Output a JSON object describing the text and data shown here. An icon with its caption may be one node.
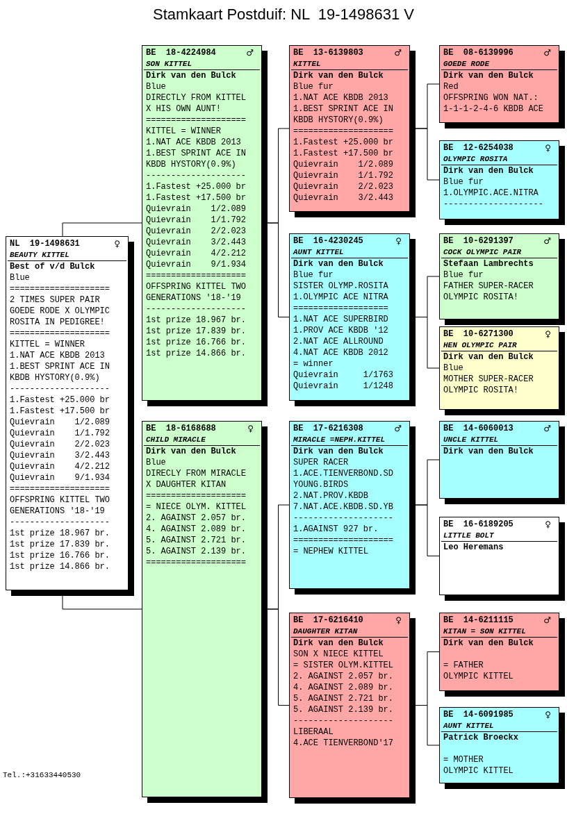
{
  "diagram": {
    "title": "Stamkaart Postduif: NL  19-1498631 V",
    "nodes": [
      {
        "text": [
          "NL  19-1498631",
          "♀",
          "BEAUTY KITTEL",
          "Best of v/d Bulck",
          "Blue",
          "====================",
          "2 TIMES SUPER PAIR GOEDE RODE X OLYMPIC ROSITA IN PEDIGREE!",
          "====================",
          "KITTEL = WINNER",
          "1.NAT ACE KBDB 2013",
          "1.BEST SPRINT ACE IN KBDB HYSTORY(0.9%)",
          "--------------------",
          "1.Fastest +25.000 br",
          "1.Fastest +17.500 br",
          "Quievrain    1/2.089",
          "Quievrain    1/1.792",
          "Quievrain    2/2.023",
          "Quievrain    3/2.443",
          "Quievrain    4/2.212",
          "Quievrain    9/1.934",
          "====================",
          "OFFSPRING KITTEL TWO GENERATIONS '18-'19",
          "--------------------",
          "1st prize 18.967 br.",
          "1st prize 17.839 br.",
          "1st prize 16.766 br.",
          "1st prize 14.866 br."
        ]
      },
      {
        "text": [
          "BE  18-4224984",
          "♂",
          "SON KITTEL",
          "Dirk van den Bulck",
          "Blue",
          "DIRECTLY FROM KITTEL X HIS OWN AUNT!",
          "====================",
          "KITTEL = WINNER",
          "1.NAT ACE KBDB 2013",
          "1.BEST SPRINT ACE IN KBDB HYSTORY(0.9%)",
          "--------------------",
          "1.Fastest +25.000 br",
          "1.Fastest +17.500 br",
          "Quievrain    1/2.089",
          "Quievrain    1/1.792",
          "Quievrain    2/2.023",
          "Quievrain    3/2.443",
          "Quievrain    4/2.212",
          "Quievrain    9/1.934",
          "====================",
          "OFFSPRING KITTEL TWO GENERATIONS '18-'19",
          "--------------------",
          "1st prize 18.967 br.",
          "1st prize 17.839 br.",
          "1st prize 16.766 br.",
          "1st prize 14.866 br."
        ]
      },
      {
        "text": [
          "BE  18-6168688",
          "♀",
          "CHILD MIRACLE",
          "Dirk van den Bulck",
          "Blue",
          "DIRECLY FROM MIRACLE X DAUGHTER KITAN",
          "====================",
          "= NIECE OLYM. KITTEL",
          "2. AGAINST 2.057 br.",
          "4. AGAINST 2.089 br.",
          "5. AGAINST 2.721 br.",
          "5. AGAINST 2.139 br.",
          "===================="
        ]
      },
      {
        "text": [
          "BE  13-6139803",
          "♂",
          "KITTEL",
          "Dirk van den Bulck",
          "Blue fur",
          "1.NAT ACE KBDB 2013",
          "1.BEST SPRINT ACE IN KBDB HYSTORY(0.9%)",
          "====================",
          "1.Fastest +25.000 br",
          "1.Fastest +17.500 br",
          "Quievrain    1/2.089",
          "Quievrain    1/1.792",
          "Quievrain    2/2.023",
          "Quievrain    3/2.443"
        ]
      },
      {
        "text": [
          "BE  16-4230245",
          "♀",
          "AUNT KITTEL",
          "Dirk van den Bulck",
          "Blue fur",
          "SISTER OLYMP.ROSITA",
          "1.OLYMPIC ACE NITRA",
          "===================",
          "1.NAT ACE SUPERBIRD",
          "1.PROV ACE KBDB '12",
          "2.NAT ACE ALLROUND",
          "4.NAT ACE KBDB 2012",
          "= winner",
          "Quievrain     1/1763",
          "Quievrain     1/1248"
        ]
      },
      {
        "text": [
          "BE  17-6216308",
          "♂",
          "MIRACLE =NEPH.KITTEL",
          "Dirk van den Bulck",
          "SUPER RACER",
          "1.ACE.TIENVERBOND.SD YOUNG.BIRDS",
          "2.NAT.PROV.KBDB",
          "7.NAT.ACE.KBDB.SD.YB",
          "--------------------",
          "1.AGAINST 927 br.",
          "====================",
          "= NEPHEW KITTEL"
        ]
      },
      {
        "text": [
          "BE  17-6216410",
          "♀",
          "DAUGHTER KITAN",
          "Dirk van den Bulck",
          "SON X NIECE KITTEL",
          "= SISTER OLYM.KITTEL",
          "2. AGAINST 2.057 br.",
          "4. AGAINST 2.089 br.",
          "5. AGAINST 2.721 br.",
          "5. AGAINST 2.139 br.",
          "--------------------",
          "LIBERAAL",
          "4.ACE TIENVERBOND'17"
        ]
      },
      {
        "text": [
          "BE  08-6139996",
          "♂",
          "GOEDE RODE",
          "Dirk van den Bulck",
          "Red",
          "OFFSPRING WON NAT.: 1-1-1-2-4-6 KBDB ACE"
        ]
      },
      {
        "text": [
          "BE  12-6254038",
          "♀",
          "OLYMPIC ROSITA",
          "Dirk van den Bulck",
          "Blue fur",
          "1.OLYMPIC.ACE.NITRA",
          "--------------------"
        ]
      },
      {
        "text": [
          "BE  10-6291397",
          "♂",
          "COCK OLYMPIC PAIR",
          "Stefaan Lambrechts",
          "Blue fur",
          "FATHER SUPER-RACER OLYMPIC ROSITA!"
        ]
      },
      {
        "text": [
          "BE  10-6271300",
          "♀",
          "HEN OLYMPIC PAIR",
          "Dirk van den Bulck",
          "Blue",
          "MOTHER SUPER-RACER OLYMPIC ROSITA!"
        ]
      },
      {
        "text": [
          "BE  14-6060013",
          "♂",
          "UNCLE KITTEL",
          "Dirk van den Bulck"
        ]
      },
      {
        "text": [
          "BE  16-6189205",
          "♀",
          "LITTLE BOLT",
          "Leo Heremans"
        ]
      },
      {
        "text": [
          "BE  14-6211115",
          "♂",
          "KITAN = SON KITTEL",
          "Dirk van den Bulck",
          "= FATHER",
          "OLYMPIC KITTEL"
        ]
      },
      {
        "text": [
          "BE  14-6091985",
          "♀",
          "AUNT KITTEL",
          "Patrick Broeckx",
          "= MOTHER",
          "OLYMPIC KITTEL"
        ]
      }
    ],
    "edges": [
      {
        "from": 0,
        "to": 1,
        "arrow": "none"
      },
      {
        "from": 0,
        "to": 2,
        "arrow": "none"
      },
      {
        "from": 1,
        "to": 3,
        "arrow": "none"
      },
      {
        "from": 1,
        "to": 4,
        "arrow": "none"
      },
      {
        "from": 2,
        "to": 5,
        "arrow": "none"
      },
      {
        "from": 2,
        "to": 6,
        "arrow": "none"
      },
      {
        "from": 3,
        "to": 7,
        "arrow": "none"
      },
      {
        "from": 3,
        "to": 8,
        "arrow": "none"
      },
      {
        "from": 4,
        "to": 9,
        "arrow": "none"
      },
      {
        "from": 4,
        "to": 10,
        "arrow": "none"
      },
      {
        "from": 5,
        "to": 11,
        "arrow": "none"
      },
      {
        "from": 5,
        "to": 12,
        "arrow": "none"
      },
      {
        "from": 6,
        "to": 13,
        "arrow": "none"
      },
      {
        "from": 6,
        "to": 14,
        "arrow": "none"
      }
    ],
    "labels": [
      "Tel.:+31633440530"
    ]
  }
}
